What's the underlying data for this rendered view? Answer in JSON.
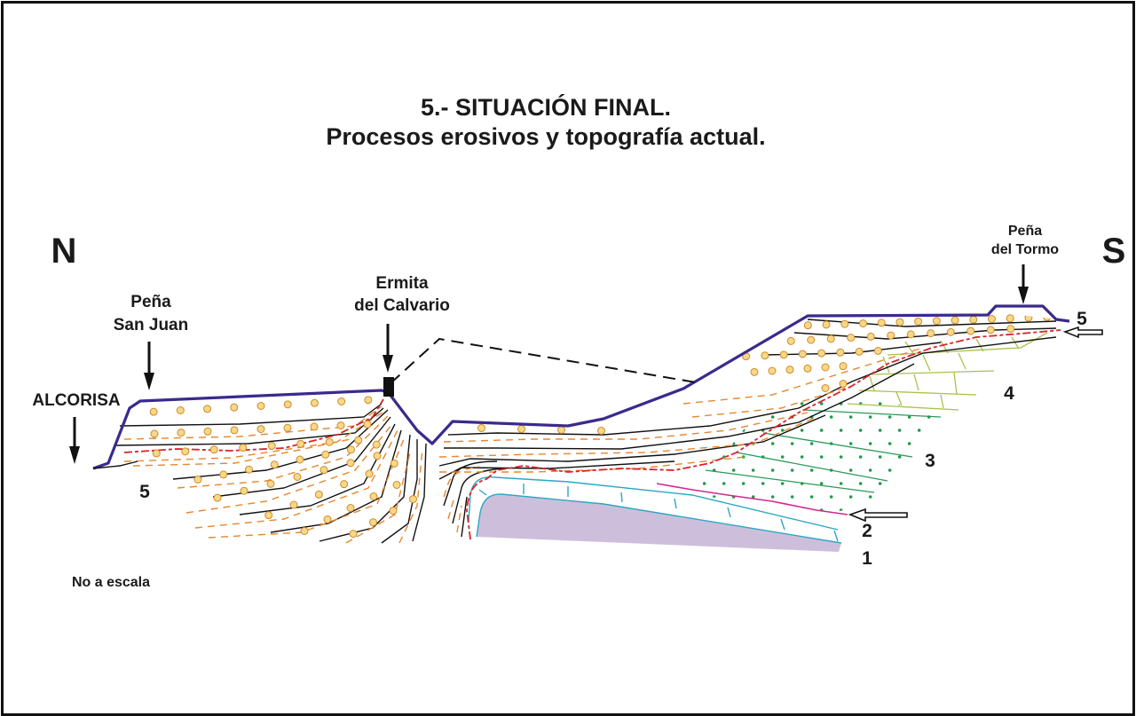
{
  "title": {
    "line1": "5.- SITUACIÓN FINAL.",
    "line2": "Procesos erosivos y topografía actual."
  },
  "compass": {
    "north": "N",
    "south": "S"
  },
  "places": {
    "pena_san_juan": [
      "Peña",
      "San Juan"
    ],
    "alcorisa": "ALCORISA",
    "ermita": [
      "Ermita",
      "del Calvario"
    ],
    "pena_del_tormo": [
      "Peña",
      "del Tormo"
    ]
  },
  "units": {
    "u1": "1",
    "u2": "2",
    "u3": "3",
    "u4": "4",
    "u5_left": "5",
    "u5_right": "5"
  },
  "note": "No a escala",
  "colors": {
    "topography": "#3b2a8c",
    "conglomerate_dot": "#f5d888",
    "conglomerate_dot_stroke": "#d18a2a",
    "orange_dash": "#e8862e",
    "red_unconformity": "#d8232a",
    "magenta_unconformity": "#d6268f",
    "unit1_fill": "#cdbfdc",
    "unit2_line": "#29a8c4",
    "unit3_dot": "#1e9a4a",
    "unit3_line": "#2a9a5a",
    "unit4_line": "#a8c24a",
    "black": "#111111"
  }
}
